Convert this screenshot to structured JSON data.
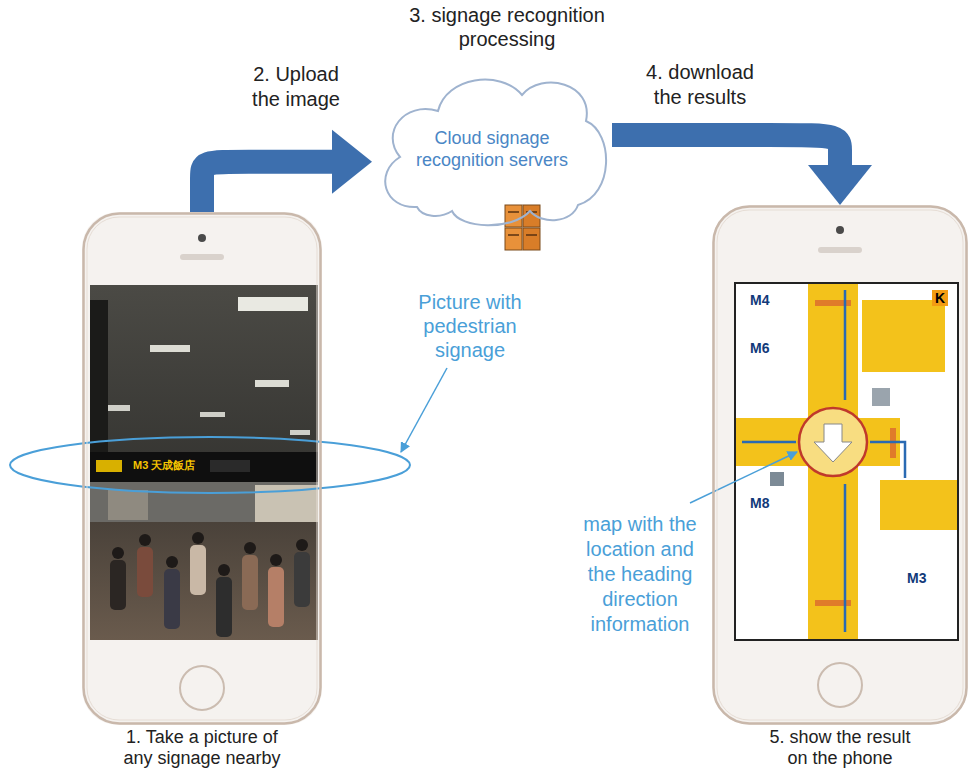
{
  "diagram": {
    "nodes": [
      {
        "text": [
          "1. Take a picture of any signage nearby"
        ]
      },
      {
        "text": [
          "3. signage recognition processing",
          "Cloud signage recognition servers"
        ]
      },
      {
        "text": [
          "5. show the result on the phone"
        ]
      }
    ],
    "edges": [
      {
        "from": 0,
        "to": 1,
        "arrow": "to",
        "label": "2. Upload the image"
      },
      {
        "from": 1,
        "to": 2,
        "arrow": "to",
        "label": "4. download the results"
      }
    ],
    "labels": [
      "Picture with pedestrian signage",
      "map with the location and the heading direction information",
      "M3 天成飯店",
      "M4",
      "M6",
      "M8",
      "M3",
      "K"
    ]
  }
}
